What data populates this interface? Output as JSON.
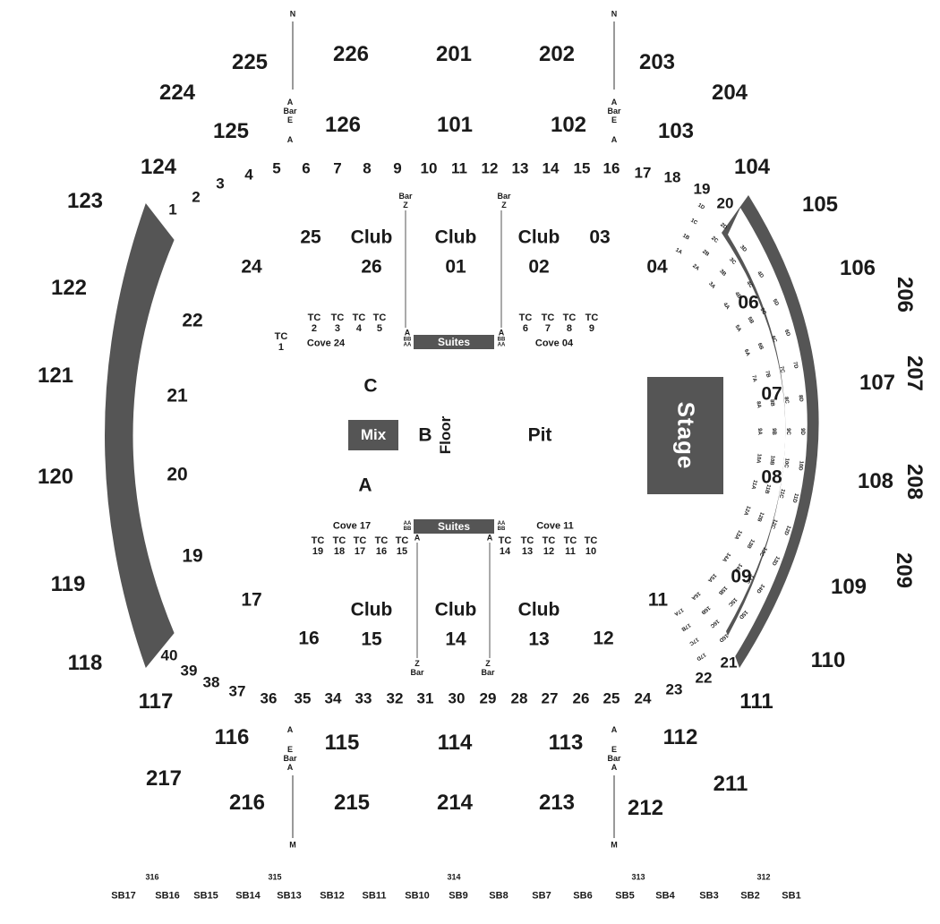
{
  "colors": {
    "structure": "#555555",
    "text": "#1a1a1a",
    "line": "#555555",
    "background": "#ffffff"
  },
  "features": {
    "stage": "Stage",
    "mix": "Mix",
    "floor": "Floor",
    "pit": "Pit",
    "floor_a": "A",
    "floor_b": "B",
    "floor_c": "C",
    "suites_top": "Suites",
    "suites_bottom": "Suites",
    "cove_24": "Cove 24",
    "cove_04": "Cove 04",
    "cove_17": "Cove 17",
    "cove_11": "Cove 11"
  },
  "compass_labels": {
    "north": "N",
    "middle": "M"
  },
  "bar_markers": {
    "top_left": [
      "A",
      "Bar",
      "E",
      "A"
    ],
    "top_right": [
      "A",
      "Bar",
      "E",
      "A"
    ],
    "bottom_left": [
      "A",
      "E",
      "Bar",
      "A"
    ],
    "bottom_right": [
      "A",
      "E",
      "Bar",
      "A"
    ]
  },
  "club_bars": {
    "top_left": [
      "Bar",
      "Z"
    ],
    "top_right": [
      "Bar",
      "Z"
    ],
    "bottom_left": [
      "Z",
      "Bar"
    ],
    "bottom_right": [
      "Z",
      "Bar"
    ]
  },
  "row_marks": {
    "top_left": [
      "A",
      "BB",
      "AA"
    ],
    "top_right": [
      "A",
      "BB",
      "AA"
    ],
    "bottom_left": [
      "AA",
      "BB"
    ],
    "bottom_right": [
      "AA",
      "BB"
    ],
    "bottom_left_a": "A",
    "bottom_right_a": "A"
  },
  "sections_300": [
    "316",
    "315",
    "314",
    "313",
    "312"
  ],
  "skyboxes": [
    "SB17",
    "SB16",
    "SB15",
    "SB14",
    "SB13",
    "SB12",
    "SB11",
    "SB10",
    "SB9",
    "SB8",
    "SB7",
    "SB6",
    "SB5",
    "SB4",
    "SB3",
    "SB2",
    "SB1"
  ],
  "sections_200": [
    "225",
    "226",
    "201",
    "202",
    "203",
    "204",
    "224",
    "206",
    "207",
    "208",
    "209",
    "211",
    "212",
    "213",
    "214",
    "215",
    "216",
    "217"
  ],
  "sections_100": [
    "125",
    "126",
    "101",
    "102",
    "103",
    "124",
    "104",
    "123",
    "105",
    "122",
    "106",
    "121",
    "107",
    "120",
    "108",
    "119",
    "109",
    "118",
    "110",
    "117",
    "111",
    "116",
    "115",
    "114",
    "113",
    "112"
  ],
  "ring_seats": [
    "1",
    "2",
    "3",
    "4",
    "5",
    "6",
    "7",
    "8",
    "9",
    "10",
    "11",
    "12",
    "13",
    "14",
    "15",
    "16",
    "17",
    "18",
    "19",
    "20",
    "21",
    "22",
    "23",
    "24",
    "25",
    "26",
    "27",
    "28",
    "29",
    "30",
    "31",
    "32",
    "33",
    "34",
    "35",
    "36",
    "37",
    "38",
    "39",
    "40"
  ],
  "club_sections": {
    "top": [
      {
        "club": "Club",
        "num": "26"
      },
      {
        "club": "Club",
        "num": "01"
      },
      {
        "club": "Club",
        "num": "02"
      }
    ],
    "bottom": [
      {
        "club": "Club",
        "num": "15"
      },
      {
        "club": "Club",
        "num": "14"
      },
      {
        "club": "Club",
        "num": "13"
      }
    ]
  },
  "inner_sections": [
    "25",
    "03",
    "24",
    "04",
    "22",
    "06",
    "21",
    "07",
    "20",
    "08",
    "19",
    "09",
    "17",
    "11",
    "16",
    "12"
  ],
  "tc_top": [
    {
      "tc": "TC",
      "num": "1"
    },
    {
      "tc": "TC",
      "num": "2"
    },
    {
      "tc": "TC",
      "num": "3"
    },
    {
      "tc": "TC",
      "num": "4"
    },
    {
      "tc": "TC",
      "num": "5"
    },
    {
      "tc": "TC",
      "num": "6"
    },
    {
      "tc": "TC",
      "num": "7"
    },
    {
      "tc": "TC",
      "num": "8"
    },
    {
      "tc": "TC",
      "num": "9"
    }
  ],
  "tc_bottom": [
    {
      "tc": "TC",
      "num": "19"
    },
    {
      "tc": "TC",
      "num": "18"
    },
    {
      "tc": "TC",
      "num": "17"
    },
    {
      "tc": "TC",
      "num": "16"
    },
    {
      "tc": "TC",
      "num": "15"
    },
    {
      "tc": "TC",
      "num": "14"
    },
    {
      "tc": "TC",
      "num": "13"
    },
    {
      "tc": "TC",
      "num": "12"
    },
    {
      "tc": "TC",
      "num": "11"
    },
    {
      "tc": "TC",
      "num": "10"
    }
  ],
  "box_seats": [
    {
      "row": "1",
      "seats": [
        "1A",
        "1B",
        "1C",
        "1D"
      ]
    },
    {
      "row": "2",
      "seats": [
        "2A",
        "2B",
        "2C",
        "2D"
      ]
    },
    {
      "row": "3",
      "seats": [
        "3A",
        "3B",
        "3C",
        "3D"
      ]
    },
    {
      "row": "4",
      "seats": [
        "4A",
        "4B",
        "4C",
        "4D"
      ]
    },
    {
      "row": "5",
      "seats": [
        "5A",
        "5B",
        "5C",
        "5D"
      ]
    },
    {
      "row": "6",
      "seats": [
        "6A",
        "6B",
        "6C",
        "6D"
      ]
    },
    {
      "row": "7",
      "seats": [
        "7A",
        "7B",
        "7C",
        "7D"
      ]
    },
    {
      "row": "8",
      "seats": [
        "8A",
        "8B",
        "8C",
        "8D"
      ]
    },
    {
      "row": "9",
      "seats": [
        "9A",
        "9B",
        "9C",
        "9D"
      ]
    },
    {
      "row": "10",
      "seats": [
        "10A",
        "10B",
        "10C",
        "10D"
      ]
    },
    {
      "row": "11",
      "seats": [
        "11A",
        "11B",
        "11C",
        "11D"
      ]
    },
    {
      "row": "12",
      "seats": [
        "12A",
        "12B",
        "12C",
        "12D"
      ]
    },
    {
      "row": "13",
      "seats": [
        "13A",
        "13B",
        "13C",
        "13D"
      ]
    },
    {
      "row": "14",
      "seats": [
        "14A",
        "14B",
        "14C",
        "14D"
      ]
    },
    {
      "row": "15",
      "seats": [
        "15A",
        "15B",
        "15C",
        "15D"
      ]
    },
    {
      "row": "16",
      "seats": [
        "16A",
        "16B",
        "16C",
        "16D"
      ]
    },
    {
      "row": "17",
      "seats": [
        "17A",
        "17B",
        "17C",
        "17D"
      ]
    }
  ]
}
